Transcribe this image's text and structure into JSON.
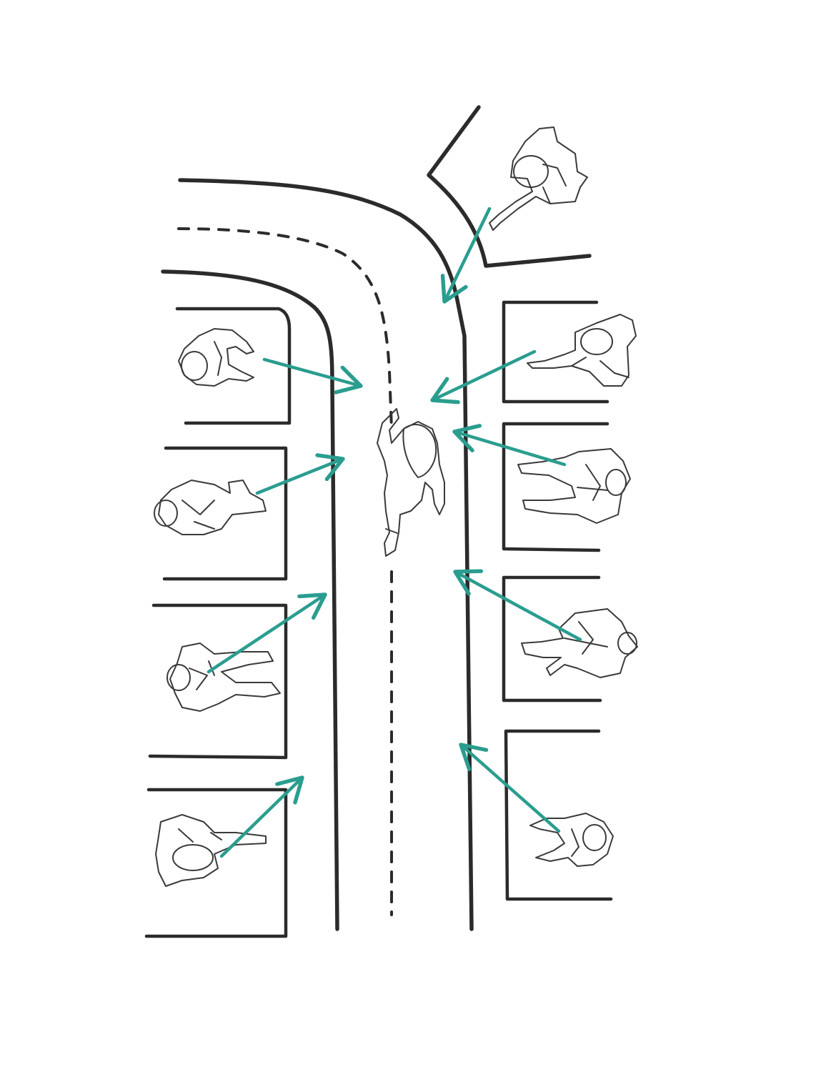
{
  "colors": {
    "ink": "#2b2b2b",
    "arrow": "#2a9d8f",
    "background": "#ffffff"
  },
  "figures": [
    {
      "name": "person-top-right-pointing"
    },
    {
      "name": "person-right-stall-1-pointing"
    },
    {
      "name": "person-right-stall-2-pointing"
    },
    {
      "name": "person-right-stall-3-pointing"
    },
    {
      "name": "person-right-stall-4-pointing"
    },
    {
      "name": "person-left-stall-1-pointing"
    },
    {
      "name": "person-left-stall-2-pointing"
    },
    {
      "name": "person-left-stall-3-pointing"
    },
    {
      "name": "person-left-stall-4-pointing"
    },
    {
      "name": "central-walking-person"
    }
  ],
  "arrow_count": 9
}
